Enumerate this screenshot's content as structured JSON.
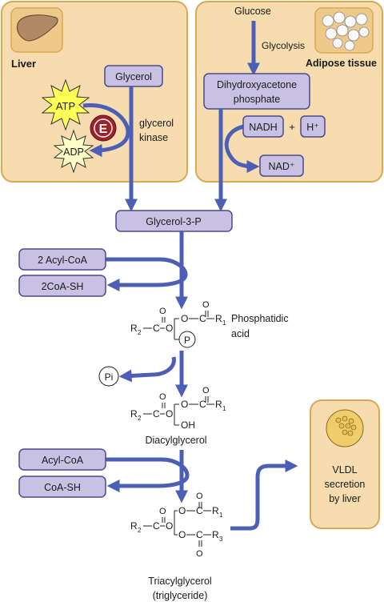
{
  "liver_panel": {
    "label": "Liver"
  },
  "adipose_panel": {
    "label": "Adipose tissue"
  },
  "glucose": "Glucose",
  "glycolysis": "Glycolysis",
  "dhap": {
    "line1": "Dihydroxyacetone",
    "line2": "phosphate"
  },
  "nadh": "NADH",
  "plus": "+",
  "h_plus": "H⁺",
  "nad_plus": "NAD⁺",
  "glycerol": "Glycerol",
  "atp": "ATP",
  "adp": "ADP",
  "enzyme_symbol": "E",
  "glycerol_kinase": {
    "line1": "glycerol",
    "line2": "kinase"
  },
  "glycerol_3_p": "Glycerol-3-P",
  "acyl_coa_2": "2 Acyl-CoA",
  "coash_2": "2CoA-SH",
  "phosphatidic_acid": {
    "line1": "Phosphatidic",
    "line2": "acid"
  },
  "phosphate_p": "P",
  "pi": "Pi",
  "diacylglycerol": "Diacylglycerol",
  "acyl_coa": "Acyl-CoA",
  "coash": "CoA-SH",
  "triacylglycerol": {
    "line1": "Triacylglycerol",
    "line2": "(triglyceride)"
  },
  "vldl": {
    "line1": "VLDL",
    "line2": "secretion",
    "line3": "by liver"
  },
  "chem": {
    "o": "O",
    "r1": "R",
    "r2": "R",
    "r3": "R",
    "sub1": "1",
    "sub2": "2",
    "sub3": "3",
    "c": "C",
    "oh": "OH"
  },
  "colors": {
    "arrow": "#4a5fb5",
    "box_fill": "#c9c1e4",
    "box_stroke": "#4a4a8a",
    "panel_fill": "#f6dcae",
    "panel_stroke": "#d9a94e",
    "atp_fill": "#ffff55",
    "adp_fill": "#ffffc8",
    "enzyme": "#a0202a"
  }
}
